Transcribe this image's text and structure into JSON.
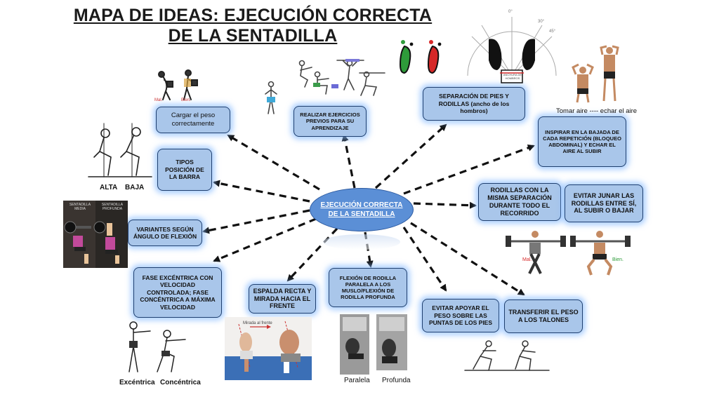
{
  "title_lines": [
    "MAPA DE IDEAS: EJECUCIÓN CORRECTA",
    "DE LA SENTADILLA"
  ],
  "center": "EJECUCIÓN CORRECTA DE LA SENTADILLA",
  "nodes": {
    "cargar": "Cargar el peso correctamente",
    "ejercicios": "REALIZAR EJERCICIOS PREVIOS PARA SU APRENDIZAJE",
    "separacion": "SEPARACIÓN DE PIES Y RODILLAS (ancho de los hombros)",
    "inspirar": "INSPIRAR EN LA BAJADA DE CADA REPETICIÓN (BLOQUEO ABDOMINAL) Y ECHAR EL AIRE AL SUBIR",
    "tipos": "TIPOS POSICIÓN DE LA BARRA",
    "rodillas": "RODILLAS CON LA MISMA SEPARACIÓN DURANTE TODO EL RECORRIDO",
    "evitar_juntar": "EVITAR JUNAR LAS RODILLAS ENTRE SÍ, AL SUBIR O BAJAR",
    "variantes": "VARIANTES SEGÚN ÁNGULO DE FLEXIÓN",
    "fase": "FASE EXCÉNTRICA CON VELOCIDAD CONTROLADA; FASE CONCÉNTRICA A MÁXIMA VELOCIDAD",
    "espalda": "ESPALDA RECTA Y MIRADA HACIA EL FRENTE",
    "flexion": "FLEXIÓN DE RODILLA PARALELA A LOS MUSLO/FLEXIÓN DE RODILLA PROFUNDA",
    "evitar_apoyar": "EVITAR APOYAR EL PESO SOBRE LAS PUNTAS DE LOS PIES",
    "transferir": "TRANSFERIR EL PESO A LOS TALONES"
  },
  "captions": {
    "tomar_aire": "Tomar aire ---- echar el aire",
    "alta": "ALTA",
    "baja": "BAJA",
    "excentrica": "Excéntrica",
    "concentrica": "Concéntrica",
    "paralela": "Paralela",
    "profunda": "Profunda",
    "mal": "Mal.",
    "bien": "Bien.",
    "mal_small": "Mal.",
    "bien_small": "Bien.",
    "mirada": "Mirada al frente",
    "sentadilla_media": "SENTADILLA MEDIA",
    "sentadilla_profunda": "SENTADILLA PROFUNDA",
    "angle_0": "0°",
    "angle_30": "30°",
    "angle_45": "45°",
    "anchura": "ANCHURA DE HOMBROS"
  },
  "colors": {
    "box_fill": "#a9c6ea",
    "box_border": "#1f3f6e",
    "center_fill": "#5b8fd6",
    "arrow": "#111111",
    "good": "#2e9b3a",
    "bad": "#d62828"
  }
}
